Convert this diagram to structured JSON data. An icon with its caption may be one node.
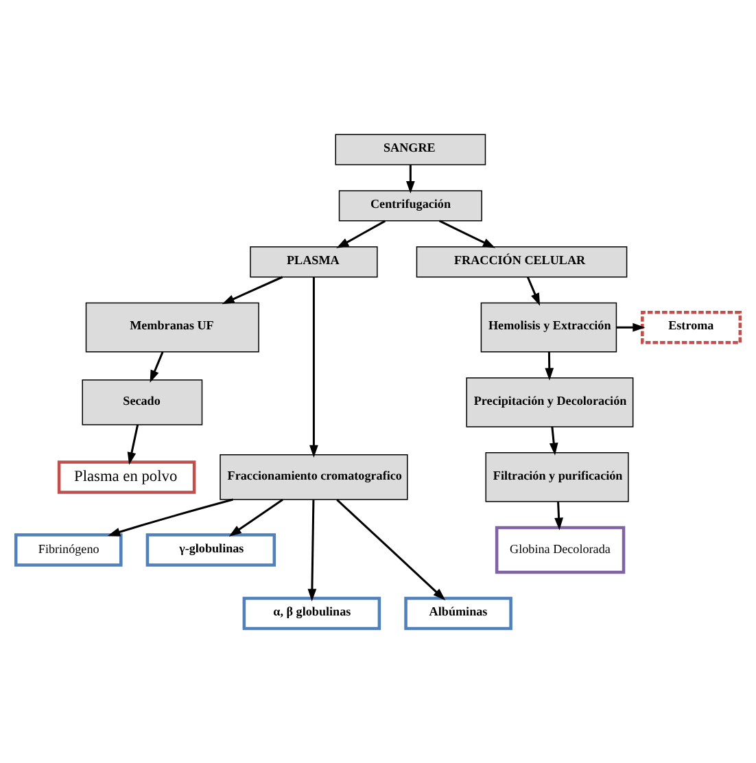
{
  "diagram": {
    "nodes": [
      {
        "text": [
          "SANGRE"
        ]
      },
      {
        "text": [
          "Centrifugación"
        ]
      },
      {
        "text": [
          "PLASMA"
        ]
      },
      {
        "text": [
          "FRACCIÓN CELULAR"
        ]
      },
      {
        "text": [
          "Membranas UF"
        ]
      },
      {
        "text": [
          "Hemolisis y Extracción"
        ]
      },
      {
        "text": [
          "Estroma"
        ]
      },
      {
        "text": [
          "Secado"
        ]
      },
      {
        "text": [
          "Precipitación y Decoloración"
        ]
      },
      {
        "text": [
          "Fraccionamiento cromatografico"
        ]
      },
      {
        "text": [
          "Plasma en polvo"
        ]
      },
      {
        "text": [
          "Filtración y purificación"
        ]
      },
      {
        "text": [
          "Fibrinógeno"
        ]
      },
      {
        "text": [
          "γ-globulinas"
        ]
      },
      {
        "text": [
          "α, β globulinas"
        ]
      },
      {
        "text": [
          "Albúminas"
        ]
      },
      {
        "text": [
          "Globina Decolorada"
        ]
      }
    ],
    "edges": [
      {
        "from": 0,
        "to": 1,
        "arrow": "to"
      },
      {
        "from": 1,
        "to": 2,
        "arrow": "to"
      },
      {
        "from": 1,
        "to": 3,
        "arrow": "to"
      },
      {
        "from": 2,
        "to": 4,
        "arrow": "to"
      },
      {
        "from": 2,
        "to": 9,
        "arrow": "to"
      },
      {
        "from": 4,
        "to": 7,
        "arrow": "to"
      },
      {
        "from": 7,
        "to": 10,
        "arrow": "to"
      },
      {
        "from": 3,
        "to": 5,
        "arrow": "to"
      },
      {
        "from": 5,
        "to": 6,
        "arrow": "to"
      },
      {
        "from": 5,
        "to": 8,
        "arrow": "to"
      },
      {
        "from": 8,
        "to": 11,
        "arrow": "to"
      },
      {
        "from": 11,
        "to": 16,
        "arrow": "to"
      },
      {
        "from": 9,
        "to": 12,
        "arrow": "to"
      },
      {
        "from": 9,
        "to": 14,
        "arrow": "to"
      },
      {
        "from": 9,
        "to": 13,
        "arrow": "to"
      },
      {
        "from": 9,
        "to": 15,
        "arrow": "to"
      }
    ]
  }
}
